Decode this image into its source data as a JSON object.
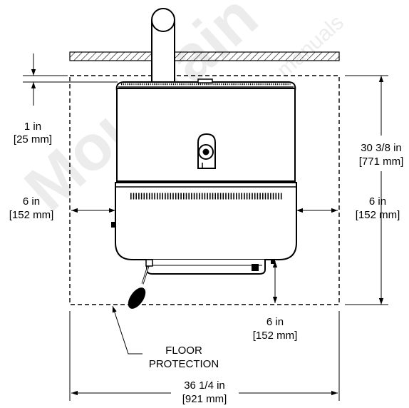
{
  "watermark": {
    "brand": "Mountain",
    "suffix": "manuals"
  },
  "dimensions": {
    "top_clearance": {
      "imperial": "1 in",
      "metric": "[25 mm]"
    },
    "depth": {
      "imperial": "30 3/8 in",
      "metric": "[771 mm]"
    },
    "left_clearance": {
      "imperial": "6 in",
      "metric": "[152 mm]"
    },
    "right_clearance": {
      "imperial": "6 in",
      "metric": "[152 mm]"
    },
    "front_clearance": {
      "imperial": "6 in",
      "metric": "[152 mm]"
    },
    "width": {
      "imperial": "36 1/4 in",
      "metric": "[921 mm]"
    }
  },
  "callout": {
    "line1": "FLOOR",
    "line2": "PROTECTION"
  },
  "colors": {
    "line": "#000000",
    "watermark": "#ececec"
  }
}
